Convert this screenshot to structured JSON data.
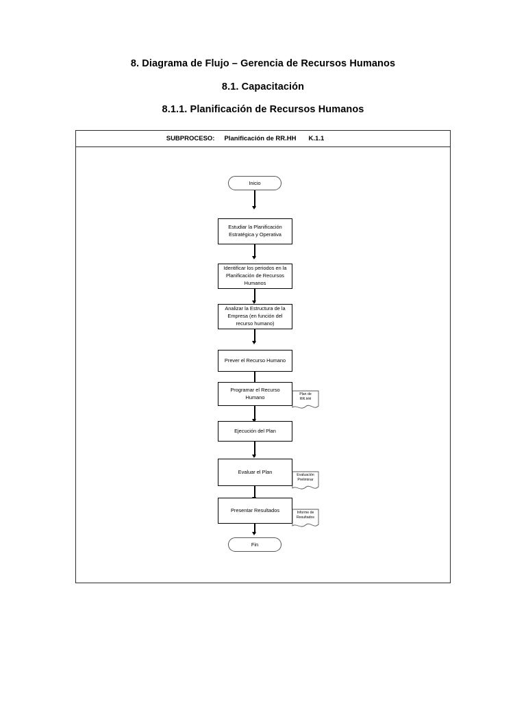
{
  "document": {
    "headings": [
      "8. Diagrama de Flujo – Gerencia de Recursos Humanos",
      "8.1. Capacitación",
      "8.1.1. Planificación de Recursos Humanos"
    ]
  },
  "diagram": {
    "header": {
      "label": "SUBPROCESO:",
      "name": "Planificación de RR.HH",
      "code": "K.1.1"
    },
    "nodes": {
      "start": "Inicio",
      "step1": "Estudiar la Planificación\nEstratégica y Operativa",
      "step2": "Identificar los periodos en la\nPlanificación de Recursos\nHumanos",
      "step3": "Analizar la Estructura de la\nEmpresa (en función del\nrecurso humano)",
      "step4": "Prever el Recurso Humano",
      "step5": "Programar el Recurso\nHumano",
      "step6": "Ejecución del Plan",
      "step7": "Evaluar el Plan",
      "step8": "Presentar Resultados",
      "end": "Fin"
    },
    "documents": {
      "doc1": "Plan de\nRR.HH",
      "doc2": "Evaluación\nPreliminar",
      "doc3": "Informe de\nResultados"
    }
  }
}
